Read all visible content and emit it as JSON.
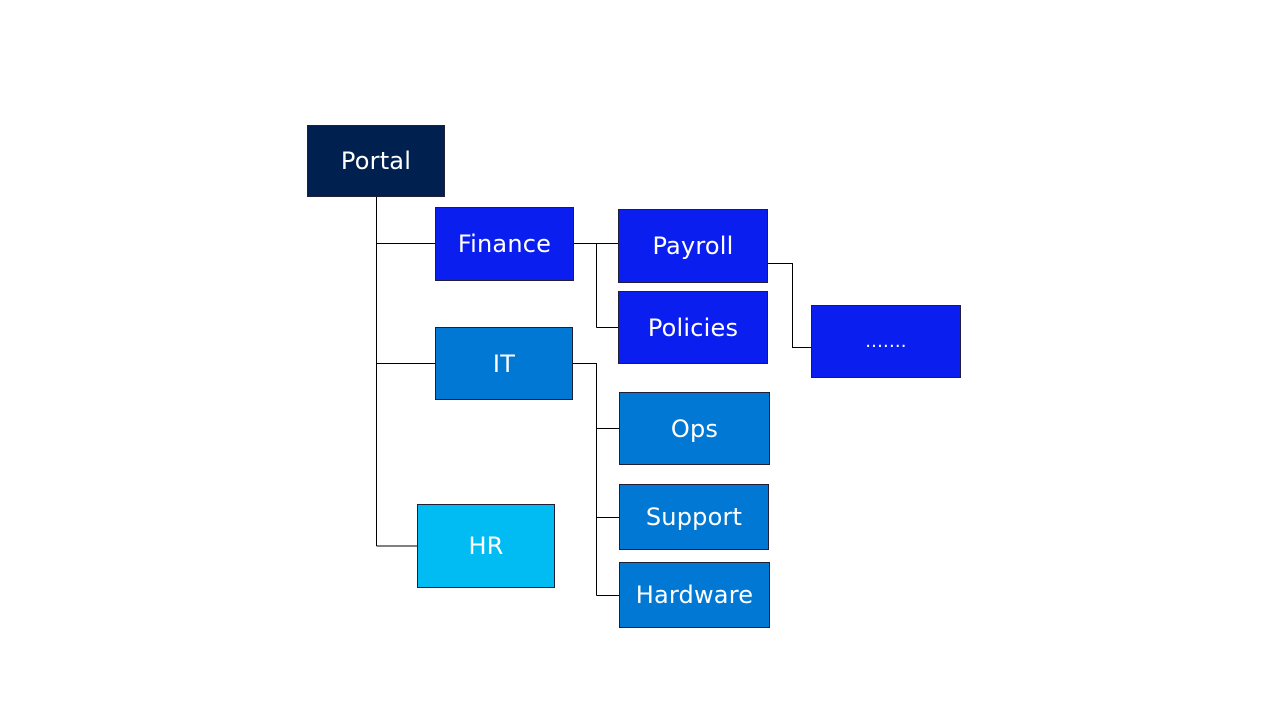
{
  "colors": {
    "root": "#002050",
    "level_finance": "#0a1ef0",
    "level_it": "#0078d4",
    "level_hr": "#00bcf2",
    "connector": "#000000"
  },
  "nodes": {
    "portal": {
      "label": "Portal",
      "color": "#002050"
    },
    "finance": {
      "label": "Finance",
      "color": "#0a1ef0"
    },
    "payroll": {
      "label": "Payroll",
      "color": "#0a1ef0"
    },
    "policies": {
      "label": "Policies",
      "color": "#0a1ef0"
    },
    "more": {
      "label": ".......",
      "color": "#0a1ef0"
    },
    "it": {
      "label": "IT",
      "color": "#0078d4"
    },
    "ops": {
      "label": "Ops",
      "color": "#0078d4"
    },
    "support": {
      "label": "Support",
      "color": "#0078d4"
    },
    "hardware": {
      "label": "Hardware",
      "color": "#0078d4"
    },
    "hr": {
      "label": "HR",
      "color": "#00bcf2"
    }
  }
}
